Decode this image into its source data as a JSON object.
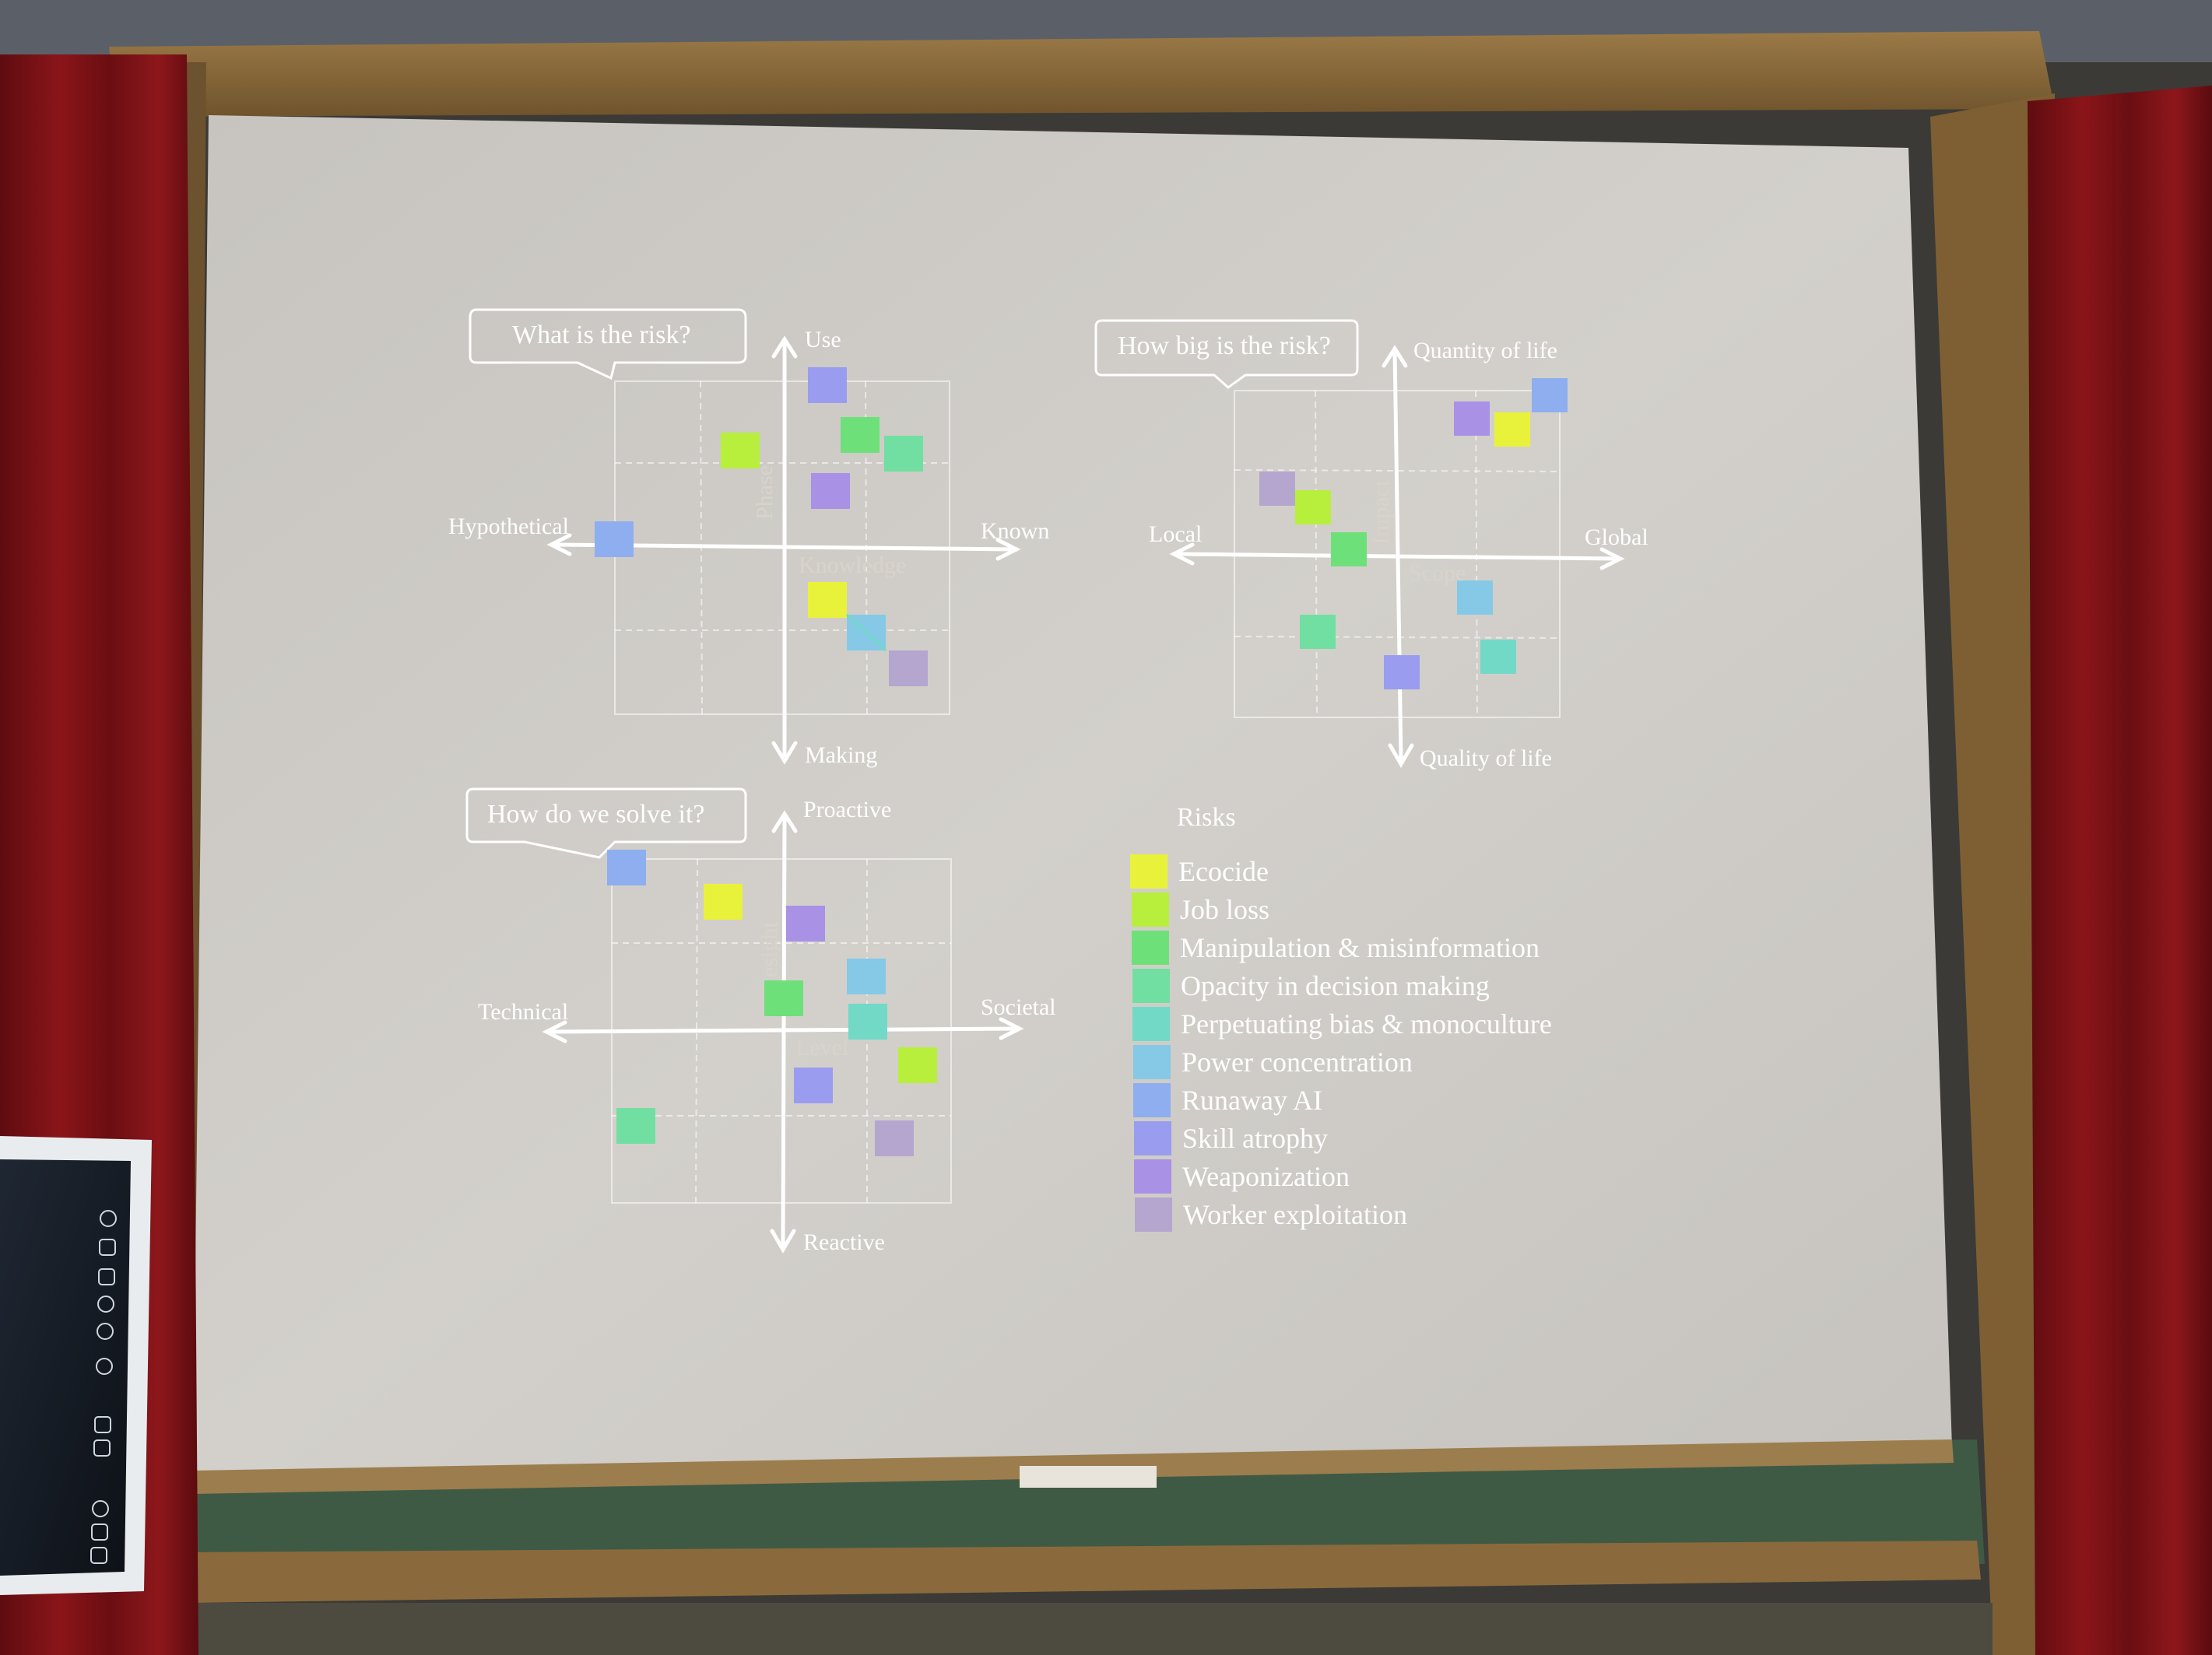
{
  "slide": {
    "legend": {
      "title": "Risks",
      "items": [
        {
          "label": "Ecocide",
          "color": "#e9f23a"
        },
        {
          "label": "Job loss",
          "color": "#b8ef3c"
        },
        {
          "label": "Manipulation & misinformation",
          "color": "#6ee07a"
        },
        {
          "label": "Opacity in decision making",
          "color": "#71dfa1"
        },
        {
          "label": "Perpetuating bias & monoculture",
          "color": "#72d9c7"
        },
        {
          "label": "Power concentration",
          "color": "#85c9e6"
        },
        {
          "label": "Runaway AI",
          "color": "#8eaef0"
        },
        {
          "label": "Skill atrophy",
          "color": "#9a9cf0"
        },
        {
          "label": "Weaponization",
          "color": "#a991e6"
        },
        {
          "label": "Worker exploitation",
          "color": "#b4a6cf"
        }
      ]
    },
    "charts": [
      {
        "question": "What is the risk?",
        "axis_top": "Use",
        "axis_bottom": "Making",
        "axis_left": "Hypothetical",
        "axis_right": "Known",
        "h_axis_title": "Knowledge",
        "v_axis_title": "Phase"
      },
      {
        "question": "How big is the risk?",
        "axis_top": "Quantity of life",
        "axis_bottom": "Quality of life",
        "axis_left": "Local",
        "axis_right": "Global",
        "h_axis_title": "Scope",
        "v_axis_title": "Impact"
      },
      {
        "question": "How do we solve it?",
        "axis_top": "Proactive",
        "axis_bottom": "Reactive",
        "axis_left": "Technical",
        "axis_right": "Societal",
        "h_axis_title": "Level",
        "v_axis_title": "esight"
      }
    ]
  },
  "colors": {
    "screen": "#cdcac5",
    "curtain": "#7a1216",
    "frame_wood": "#8a6a3c",
    "chalkboard": "#3f5a44",
    "axis": "#ffffff"
  }
}
